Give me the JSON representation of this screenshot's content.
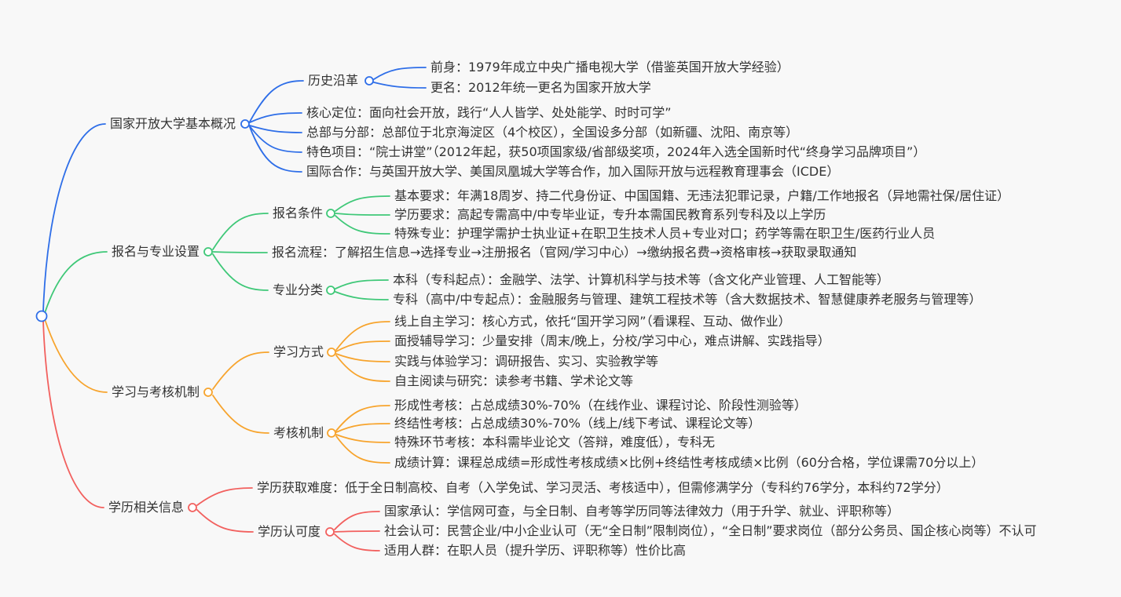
{
  "canvas": {
    "background": "#f8f8f8",
    "text_color": "#333333"
  },
  "mindmap": {
    "type": "mindmap",
    "root_icon": "root-node-circle",
    "branch_colors": {
      "overview": "#2E6EE8",
      "enrollment": "#3FC878",
      "learning": "#F7A42D",
      "diploma": "#F2605E"
    },
    "branches": [
      {
        "label": "国家开放大学基本概况",
        "color": "#2E6EE8",
        "children": [
          {
            "label": "历史沿革",
            "children": [
              {
                "label": "前身：1979年成立中央广播电视大学（借鉴英国开放大学经验）"
              },
              {
                "label": "更名：2012年统一更名为国家开放大学"
              }
            ]
          },
          {
            "label": "核心定位：面向社会开放，践行“人人皆学、处处能学、时时可学”"
          },
          {
            "label": "总部与分部：总部位于北京海淀区（4个校区），全国设多分部（如新疆、沈阳、南京等）"
          },
          {
            "label": "特色项目：“院士讲堂”（2012年起，获50项国家级/省部级奖项，2024年入选全国新时代“终身学习品牌项目”）"
          },
          {
            "label": "国际合作：与英国开放大学、美国凤凰城大学等合作，加入国际开放与远程教育理事会（ICDE）"
          }
        ]
      },
      {
        "label": "报名与专业设置",
        "color": "#3FC878",
        "children": [
          {
            "label": "报名条件",
            "children": [
              {
                "label": "基本要求：年满18周岁、持二代身份证、中国国籍、无违法犯罪记录，户籍/工作地报名（异地需社保/居住证）"
              },
              {
                "label": "学历要求：高起专需高中/中专毕业证，专升本需国民教育系列专科及以上学历"
              },
              {
                "label": "特殊专业：护理学需护士执业证+在职卫生技术人员+专业对口；药学等需在职卫生/医药行业人员"
              }
            ]
          },
          {
            "label": "报名流程：了解招生信息→选择专业→注册报名（官网/学习中心）→缴纳报名费→资格审核→获取录取通知"
          },
          {
            "label": "专业分类",
            "children": [
              {
                "label": "本科（专科起点）：金融学、法学、计算机科学与技术等（含文化产业管理、人工智能等）"
              },
              {
                "label": "专科（高中/中专起点）：金融服务与管理、建筑工程技术等（含大数据技术、智慧健康养老服务与管理等）"
              }
            ]
          }
        ]
      },
      {
        "label": "学习与考核机制",
        "color": "#F7A42D",
        "children": [
          {
            "label": "学习方式",
            "children": [
              {
                "label": "线上自主学习：核心方式，依托“国开学习网”（看课程、互动、做作业）"
              },
              {
                "label": "面授辅导学习：少量安排（周末/晚上，分校/学习中心，难点讲解、实践指导）"
              },
              {
                "label": "实践与体验学习：调研报告、实习、实验教学等"
              },
              {
                "label": "自主阅读与研究：读参考书籍、学术论文等"
              }
            ]
          },
          {
            "label": "考核机制",
            "children": [
              {
                "label": "形成性考核：占总成绩30%-70%（在线作业、课程讨论、阶段性测验等）"
              },
              {
                "label": "终结性考核：占总成绩30%-70%（线上/线下考试、课程论文等）"
              },
              {
                "label": "特殊环节考核：本科需毕业论文（答辩，难度低），专科无"
              },
              {
                "label": "成绩计算：课程总成绩=形成性考核成绩×比例+终结性考核成绩×比例（60分合格，学位课需70分以上）"
              }
            ]
          }
        ]
      },
      {
        "label": "学历相关信息",
        "color": "#F2605E",
        "children": [
          {
            "label": "学历获取难度：低于全日制高校、自考（入学免试、学习灵活、考核适中），但需修满学分（专科约76学分，本科约72学分）"
          },
          {
            "label": "学历认可度",
            "children": [
              {
                "label": "国家承认：学信网可查，与全日制、自考等学历同等法律效力（用于升学、就业、评职称等）"
              },
              {
                "label": "社会认可：民营企业/中小企业认可（无“全日制”限制岗位），“全日制”要求岗位（部分公务员、国企核心岗等）不认可"
              },
              {
                "label": "适用人群：在职人员（提升学历、评职称等）性价比高"
              }
            ]
          }
        ]
      }
    ]
  }
}
